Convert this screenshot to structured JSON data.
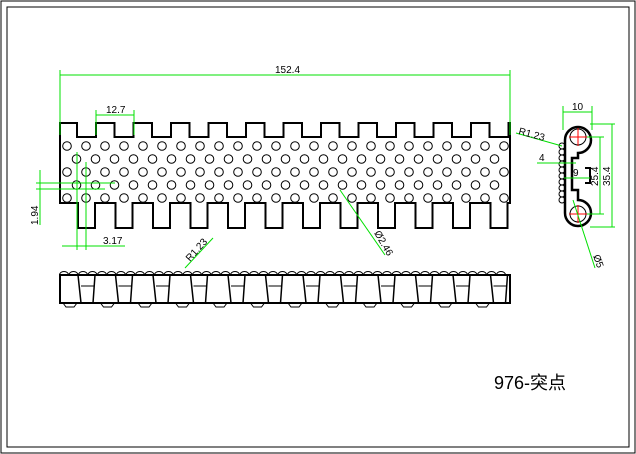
{
  "title": "976-突点",
  "dimensions": {
    "overall_width": "152.4",
    "pitch": "12.7",
    "row_offset": "1.94",
    "col_offset": "3.17",
    "bottom_radius": "R1.23",
    "hole_diameter": "Ø2.46",
    "side_width": "10",
    "side_radius": "R1.23",
    "side_four": "4",
    "side_nine": "9",
    "side_pitch": "25.4",
    "side_height": "35.4",
    "rod_diameter": "Ø5"
  },
  "colors": {
    "dimension": "#00e000",
    "centerline": "#ff0000",
    "outline": "#000000"
  }
}
